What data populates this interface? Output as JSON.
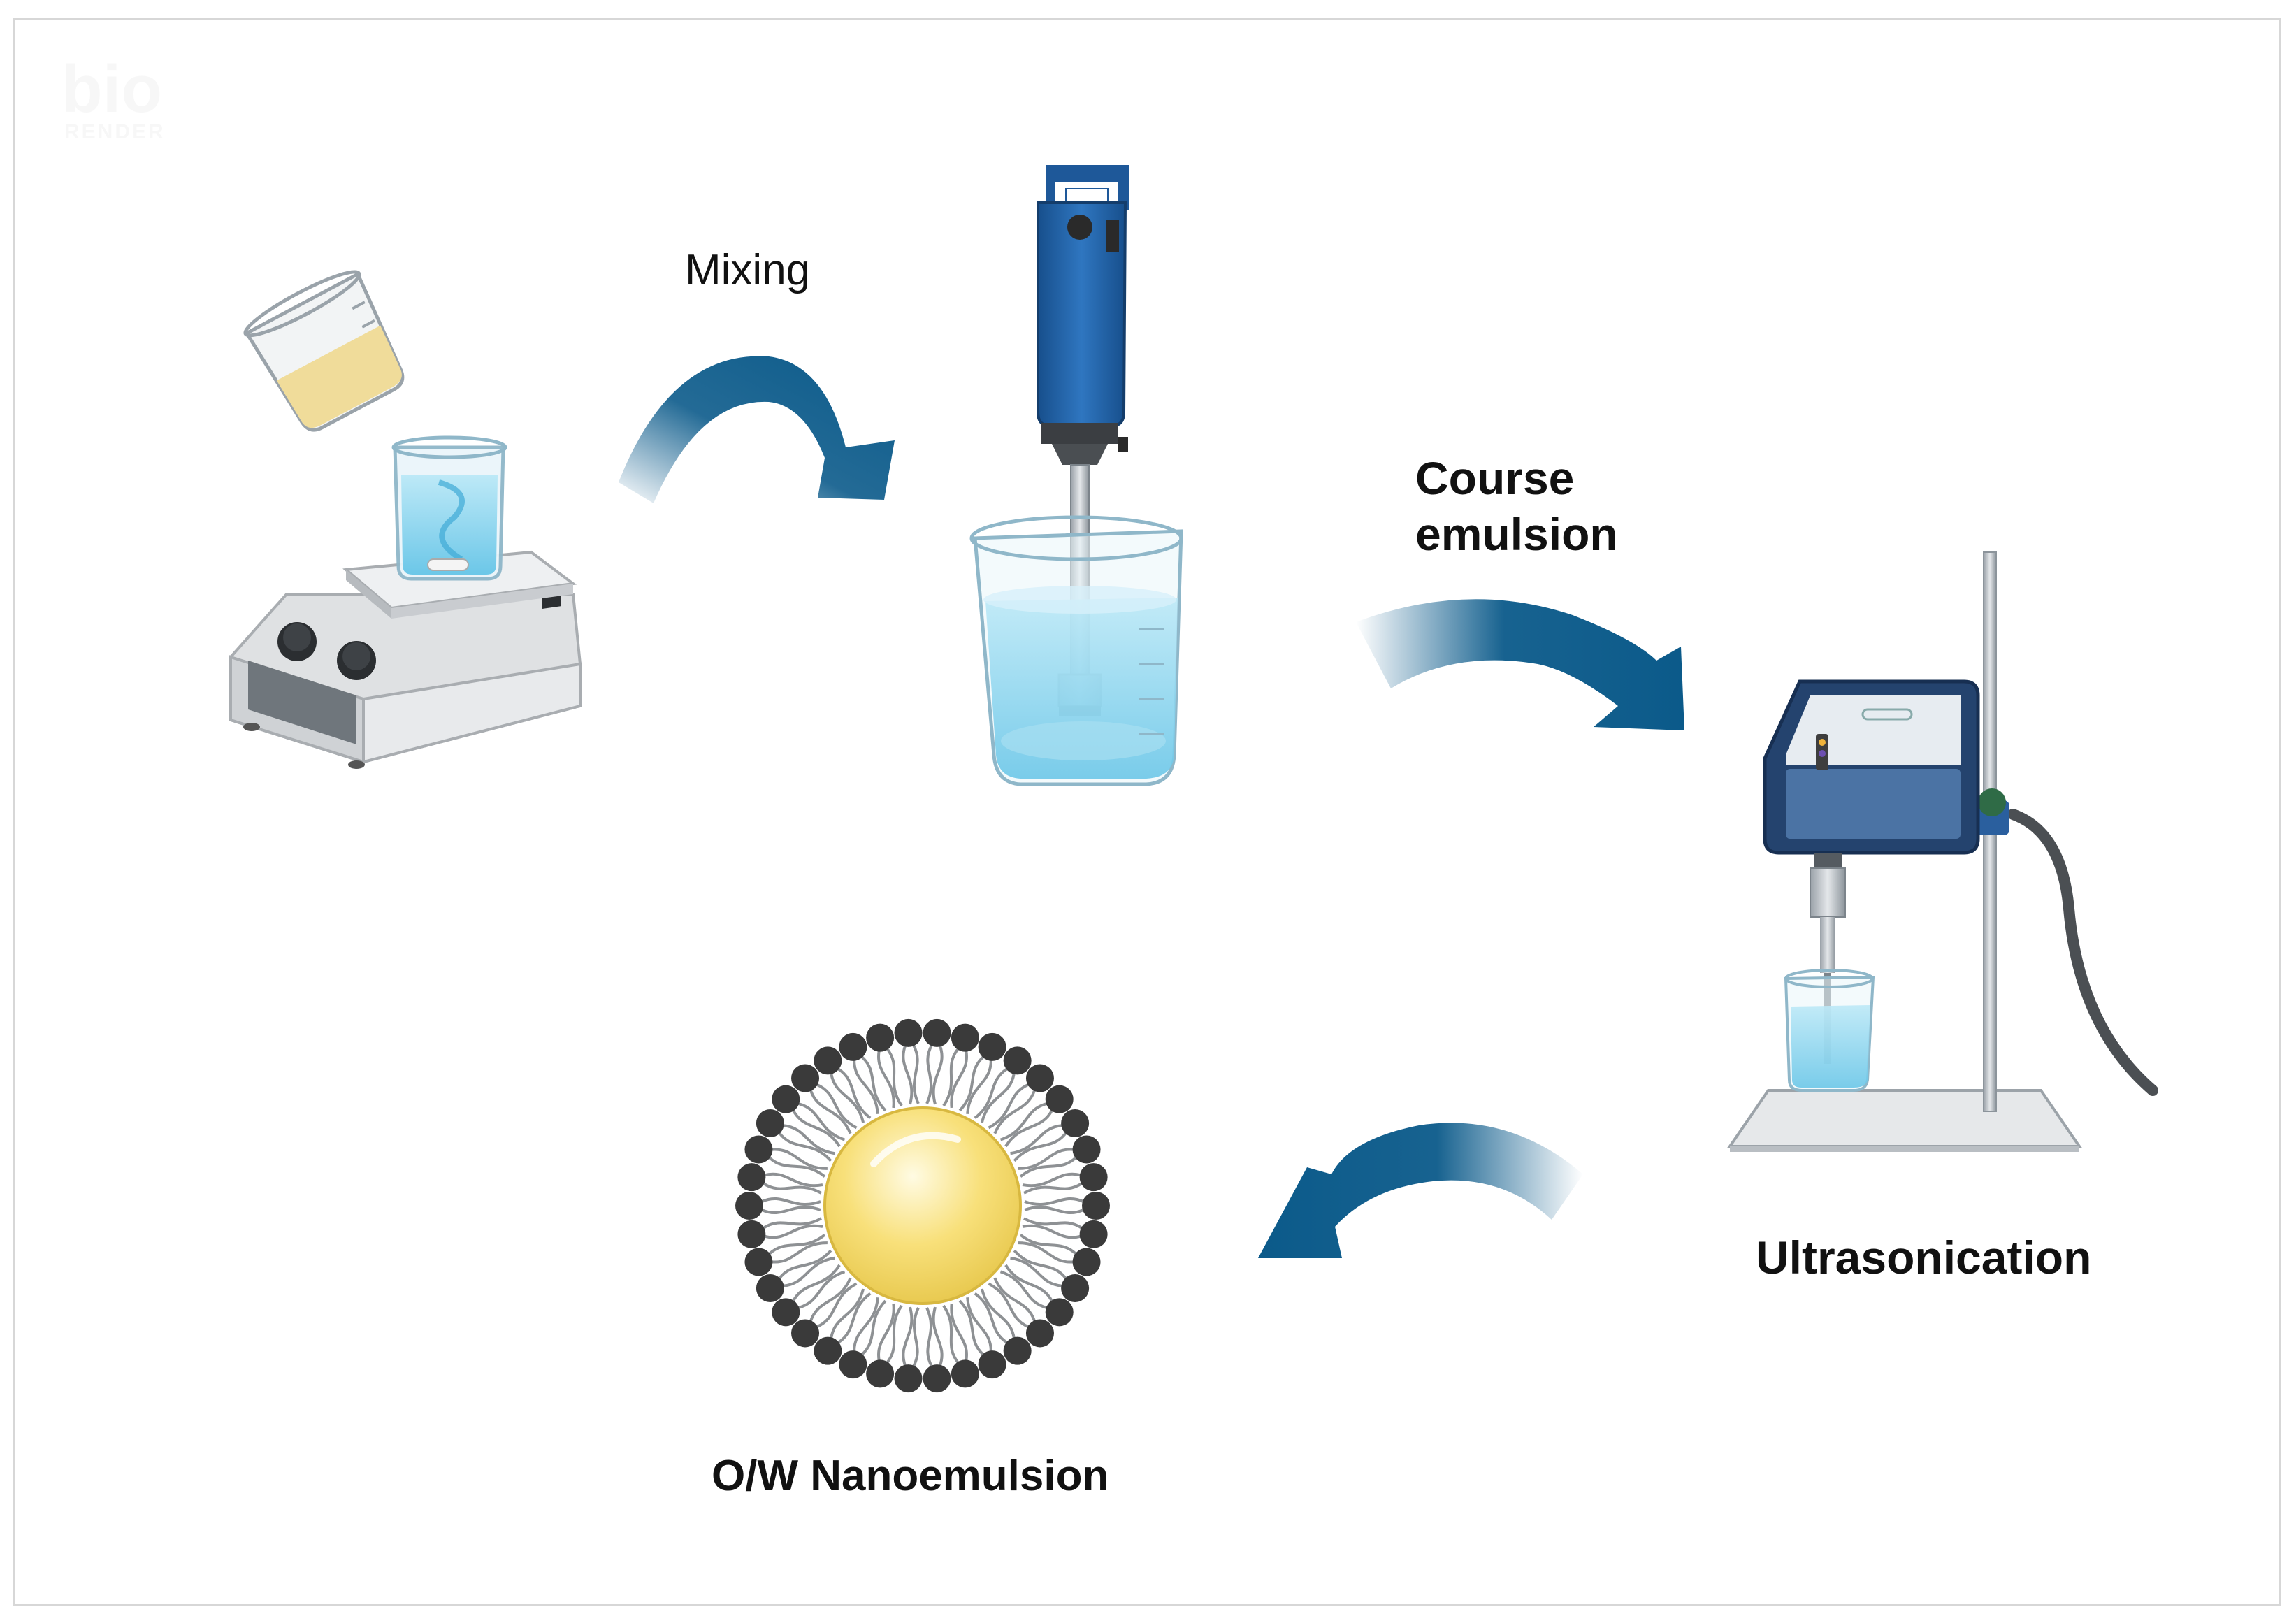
{
  "watermark": {
    "logo_text": "bio",
    "sub_text": "RENDER"
  },
  "steps": {
    "mixing_label": "Mixing",
    "coarse_label_line1": "Course",
    "coarse_label_line2": "emulsion",
    "ultrasonication_label": "Ultrasonication",
    "product_label": "O/W Nanoemulsion"
  },
  "icons": [
    "magnetic-stirrer-icon",
    "pouring-beaker-icon",
    "homogenizer-icon",
    "ultrasonicator-icon",
    "nanoemulsion-droplet-icon",
    "curved-arrow-icon"
  ],
  "colors": {
    "arrow": "#0b5a8a",
    "liquid_blue": "#7fd0ec",
    "oil_yellow": "#f5d86a",
    "surfactant_head": "#3a3a3a",
    "instrument_blue": "#1f5fa3",
    "frame": "#d7d7d7"
  }
}
